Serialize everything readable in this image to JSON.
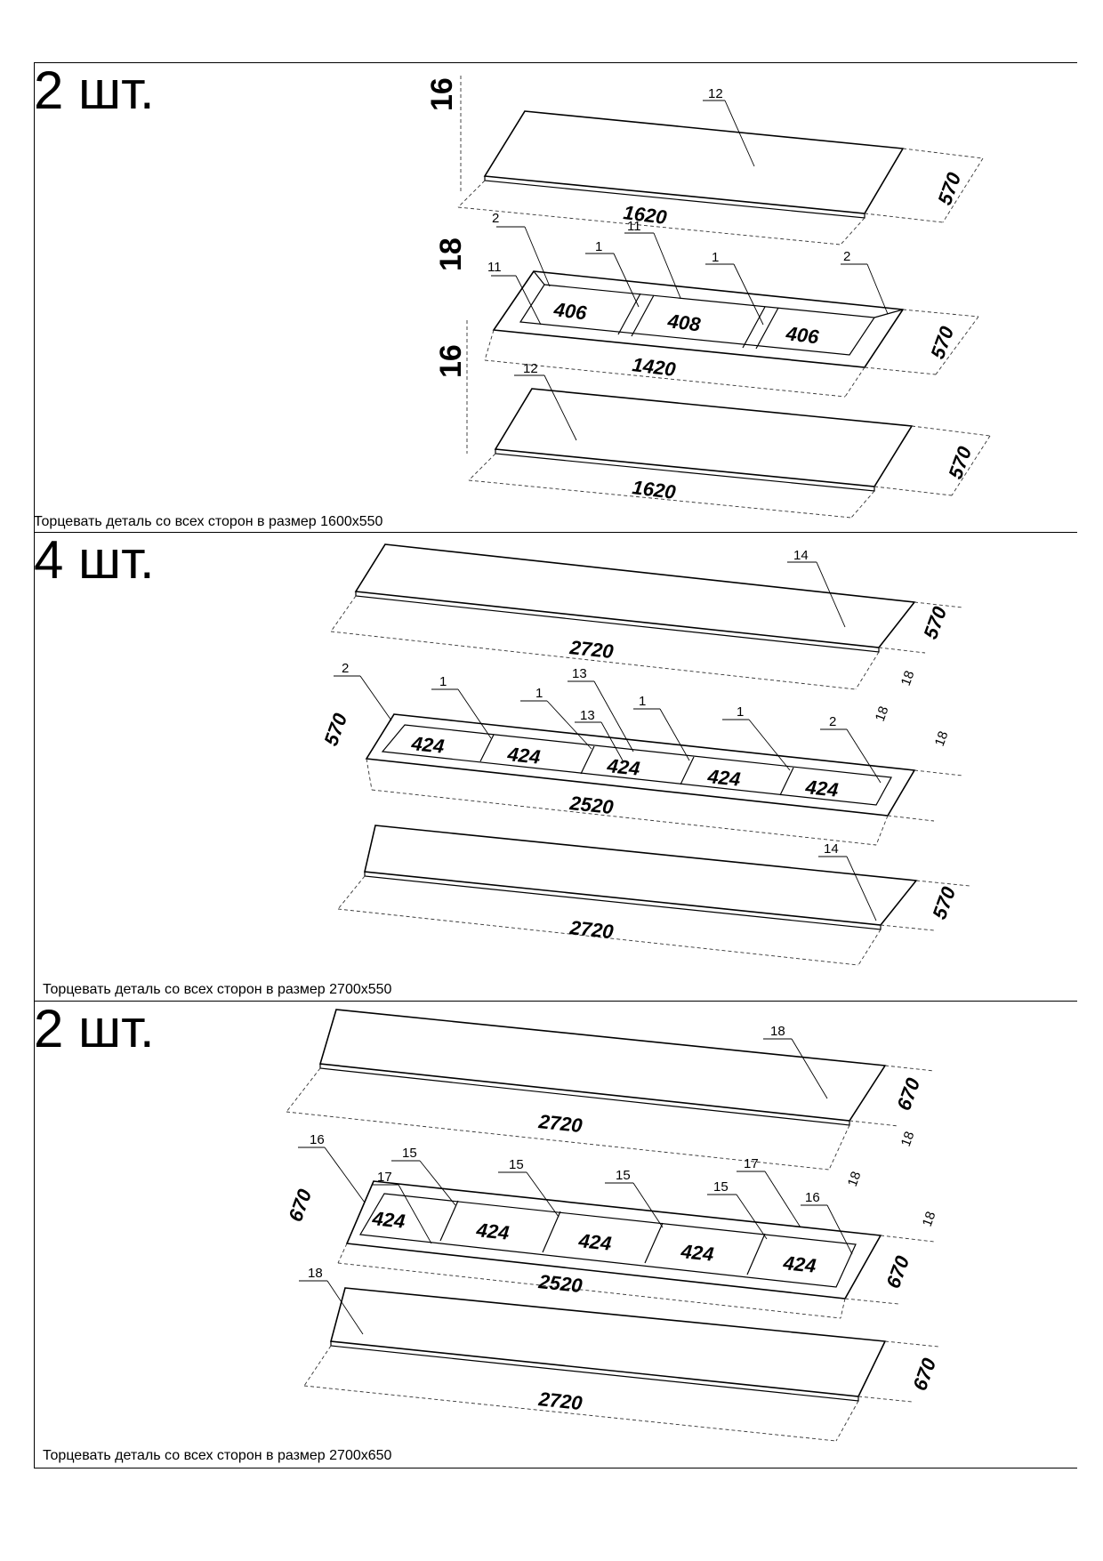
{
  "sections": [
    {
      "quantity": "2 шт.",
      "note": "Торцевать деталь со всех сторон в размер  1600x550",
      "top_panel": {
        "part": "12",
        "length": "1620",
        "depth": "570"
      },
      "middle": {
        "parts": [
          "2",
          "1",
          "11",
          "1",
          "2",
          "11"
        ],
        "cells": [
          "406",
          "408",
          "406"
        ],
        "length": "1420",
        "depth": "570"
      },
      "bottom_panel": {
        "part": "12",
        "length": "1620",
        "depth": "570"
      },
      "thickness_labels": [
        "16",
        "18",
        "16"
      ]
    },
    {
      "quantity": "4 шт.",
      "note": "Торцевать деталь со всех сторон в размер  2700x550",
      "top_panel": {
        "part": "14",
        "length": "2720",
        "depth": "570"
      },
      "middle": {
        "parts": [
          "2",
          "1",
          "1",
          "13",
          "13",
          "1",
          "1",
          "2"
        ],
        "cells": [
          "424",
          "424",
          "424",
          "424",
          "424"
        ],
        "length": "2520",
        "depth": "570"
      },
      "bottom_panel": {
        "part": "14",
        "length": "2720",
        "depth": "570"
      },
      "thickness_labels": [
        "18",
        "18",
        "18"
      ]
    },
    {
      "quantity": "2 шт.",
      "note": "Торцевать деталь со всех сторон в размер  2700x650",
      "top_panel": {
        "part": "18",
        "length": "2720",
        "depth": "670"
      },
      "middle": {
        "parts": [
          "16",
          "15",
          "17",
          "15",
          "15",
          "17",
          "15",
          "16"
        ],
        "cells": [
          "424",
          "424",
          "424",
          "424",
          "424"
        ],
        "length": "2520",
        "depth": "670"
      },
      "bottom_panel": {
        "part": "18",
        "length": "2720",
        "depth": "670"
      },
      "thickness_labels": [
        "18",
        "18",
        "18"
      ]
    }
  ]
}
